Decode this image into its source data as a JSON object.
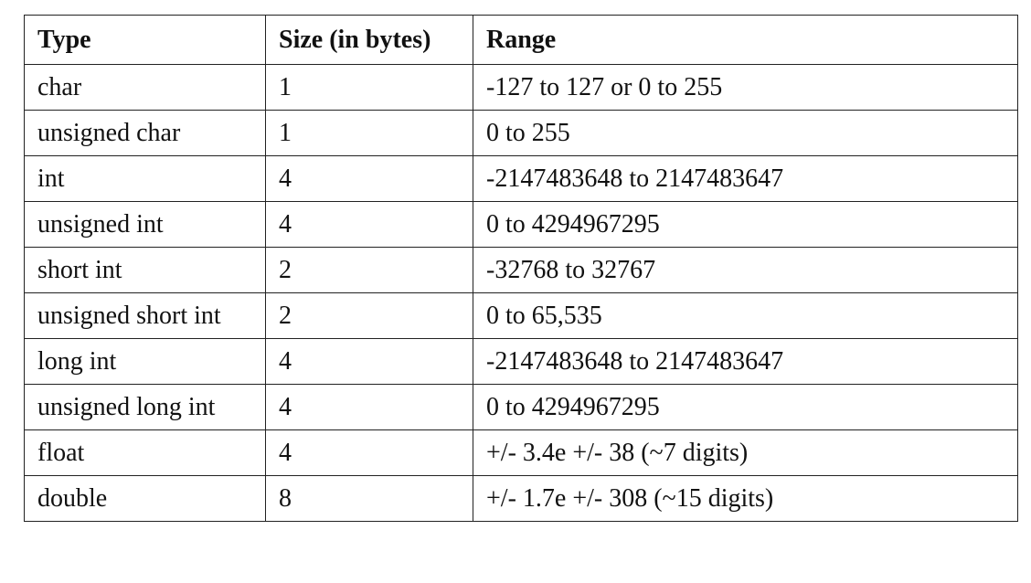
{
  "table": {
    "headers": [
      "Type",
      "Size (in bytes)",
      "Range"
    ],
    "rows": [
      {
        "type": "char",
        "size": "1",
        "range": "-127 to 127 or 0 to 255"
      },
      {
        "type": "unsigned char",
        "size": "1",
        "range": "0 to 255"
      },
      {
        "type": "int",
        "size": "4",
        "range": "-2147483648 to 2147483647"
      },
      {
        "type": "unsigned int",
        "size": "4",
        "range": "0 to 4294967295"
      },
      {
        "type": "short int",
        "size": "2",
        "range": "-32768 to 32767"
      },
      {
        "type": "unsigned short int",
        "size": "2",
        "range": "0 to 65,535"
      },
      {
        "type": "long int",
        "size": "4",
        "range": "-2147483648 to 2147483647"
      },
      {
        "type": "unsigned long int",
        "size": "4",
        "range": "0 to 4294967295"
      },
      {
        "type": "float",
        "size": "4",
        "range": "+/- 3.4e +/- 38 (~7 digits)"
      },
      {
        "type": "double",
        "size": "8",
        "range": "+/- 1.7e +/- 308 (~15 digits)"
      }
    ]
  }
}
